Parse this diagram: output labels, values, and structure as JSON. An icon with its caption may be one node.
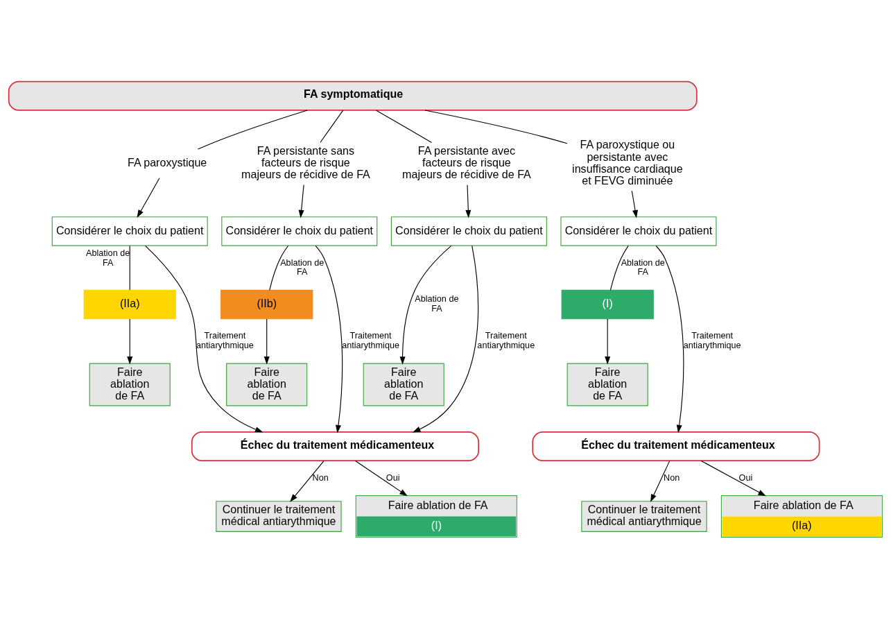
{
  "diagram": {
    "nodes": [
      {
        "text": [
          "FA symptomatique"
        ]
      },
      {
        "text": [
          "FA paroxystique"
        ]
      },
      {
        "text": [
          "FA persistante sans facteurs de risque majeurs de récidive de FA"
        ]
      },
      {
        "text": [
          "FA persistante avec facteurs de risque majeurs de récidive de FA"
        ]
      },
      {
        "text": [
          "FA paroxystique ou persistante avec insuffisance cardiaque et FEVG diminuée"
        ]
      },
      {
        "text": [
          "Considérer le choix du patient"
        ]
      },
      {
        "text": [
          "Considérer le choix du patient"
        ]
      },
      {
        "text": [
          "Considérer le choix du patient"
        ]
      },
      {
        "text": [
          "Considérer le choix du patient"
        ]
      },
      {
        "text": [
          "(IIa)"
        ]
      },
      {
        "text": [
          "(IIb)"
        ]
      },
      {
        "text": [
          "(I)"
        ]
      },
      {
        "text": [
          "Faire ablation de FA"
        ]
      },
      {
        "text": [
          "Faire ablation de FA"
        ]
      },
      {
        "text": [
          "Faire ablation de FA"
        ]
      },
      {
        "text": [
          "Faire ablation de FA"
        ]
      },
      {
        "text": [
          "Échec du traitement médicamenteux"
        ]
      },
      {
        "text": [
          "Échec du traitement médicamenteux"
        ]
      },
      {
        "text": [
          "Continuer le traitement médical antiarythmique"
        ]
      },
      {
        "text": [
          "Faire ablation de FA",
          "(I)"
        ]
      },
      {
        "text": [
          "Continuer le traitement médical antiarythmique"
        ]
      },
      {
        "text": [
          "Faire ablation de FA",
          "(IIa)"
        ]
      }
    ],
    "edges": [
      {
        "from": 0,
        "to": 1,
        "arrow": "none"
      },
      {
        "from": 0,
        "to": 2,
        "arrow": "none"
      },
      {
        "from": 0,
        "to": 3,
        "arrow": "none"
      },
      {
        "from": 0,
        "to": 4,
        "arrow": "none"
      },
      {
        "from": 1,
        "to": 5,
        "arrow": "to"
      },
      {
        "from": 2,
        "to": 6,
        "arrow": "to"
      },
      {
        "from": 3,
        "to": 7,
        "arrow": "to"
      },
      {
        "from": 4,
        "to": 8,
        "arrow": "to"
      },
      {
        "from": 5,
        "to": 16,
        "arrow": "to",
        "label": "Traitement antiarythmique"
      },
      {
        "from": 5,
        "to": 9,
        "arrow": "none",
        "label": "Ablation de FA"
      },
      {
        "from": 9,
        "to": 12,
        "arrow": "to"
      },
      {
        "from": 6,
        "to": 16,
        "arrow": "to",
        "label": "Traitement antiarythmique"
      },
      {
        "from": 6,
        "to": 10,
        "arrow": "none",
        "label": "Ablation de FA"
      },
      {
        "from": 10,
        "to": 13,
        "arrow": "to"
      },
      {
        "from": 7,
        "to": 16,
        "arrow": "to",
        "label": "Traitement antiarythmique"
      },
      {
        "from": 7,
        "to": 14,
        "arrow": "to",
        "label": "Ablation de FA"
      },
      {
        "from": 8,
        "to": 17,
        "arrow": "to",
        "label": "Traitement antiarythmique"
      },
      {
        "from": 8,
        "to": 11,
        "arrow": "none",
        "label": "Ablation de FA"
      },
      {
        "from": 11,
        "to": 15,
        "arrow": "to"
      },
      {
        "from": 16,
        "to": 18,
        "arrow": "to",
        "label": "Non"
      },
      {
        "from": 16,
        "to": 19,
        "arrow": "to",
        "label": "Oui"
      },
      {
        "from": 17,
        "to": 20,
        "arrow": "to",
        "label": "Non"
      },
      {
        "from": 17,
        "to": 21,
        "arrow": "to",
        "label": "Oui"
      }
    ]
  }
}
